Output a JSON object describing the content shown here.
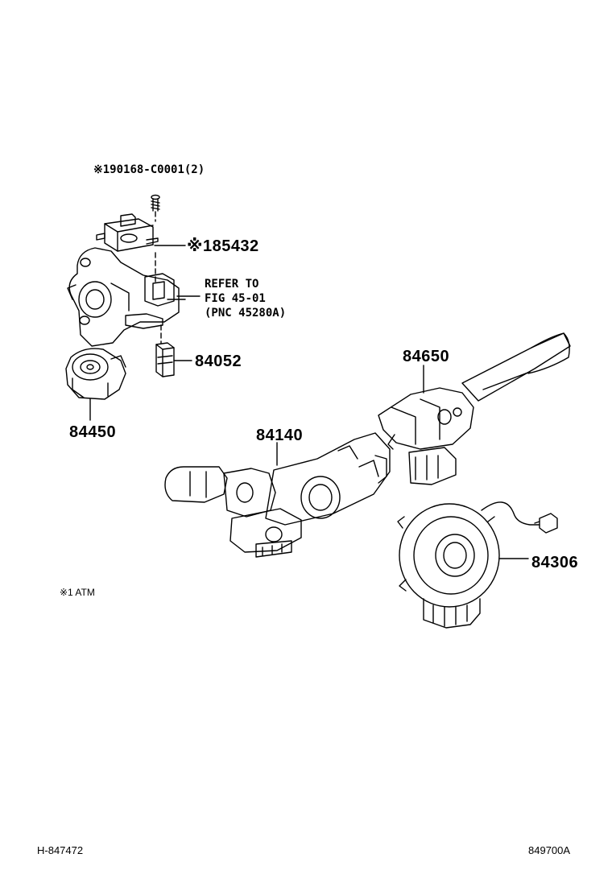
{
  "labels": {
    "screw_note": "※190168-C0001(2)",
    "part_85432": "※185432",
    "refer_line1": "REFER TO",
    "refer_line2": "FIG 45-01",
    "refer_line3": "(PNC 45280A)",
    "part_84052": "84052",
    "part_84450": "84450",
    "part_84650": "84650",
    "part_84140": "84140",
    "part_84306": "84306",
    "atm_note": "※1 ATM",
    "footer_left": "H-847472",
    "footer_right": "849700A"
  }
}
